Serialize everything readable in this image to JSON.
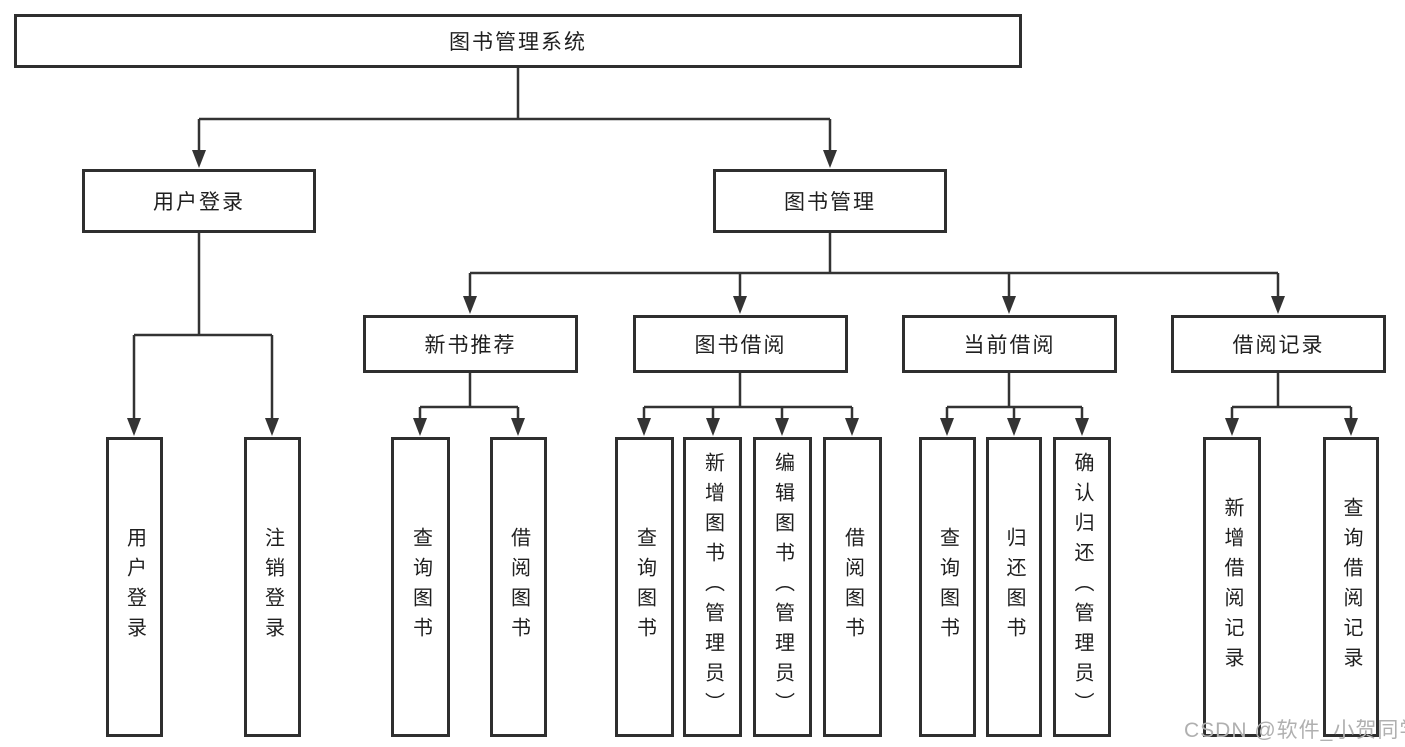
{
  "tree": {
    "root": "图书管理系统",
    "children": [
      {
        "label": "用户登录",
        "children": [
          "用户登录",
          "注销登录"
        ]
      },
      {
        "label": "图书管理",
        "children": [
          {
            "label": "新书推荐",
            "children": [
              "查询图书",
              "借阅图书"
            ]
          },
          {
            "label": "图书借阅",
            "children": [
              "查询图书",
              "新增图书（管理员）",
              "编辑图书（管理员）",
              "借阅图书"
            ]
          },
          {
            "label": "当前借阅",
            "children": [
              "查询图书",
              "归还图书",
              "确认归还（管理员）"
            ]
          },
          {
            "label": "借阅记录",
            "children": [
              "新增借阅记录",
              "查询借阅记录"
            ]
          }
        ]
      }
    ]
  },
  "watermark": "CSDN @软件_小贺同学",
  "colors": {
    "line": "#333333",
    "box_border": "#2f2f2f",
    "text": "#1f1f1f",
    "watermark": "#b0b0b0"
  }
}
